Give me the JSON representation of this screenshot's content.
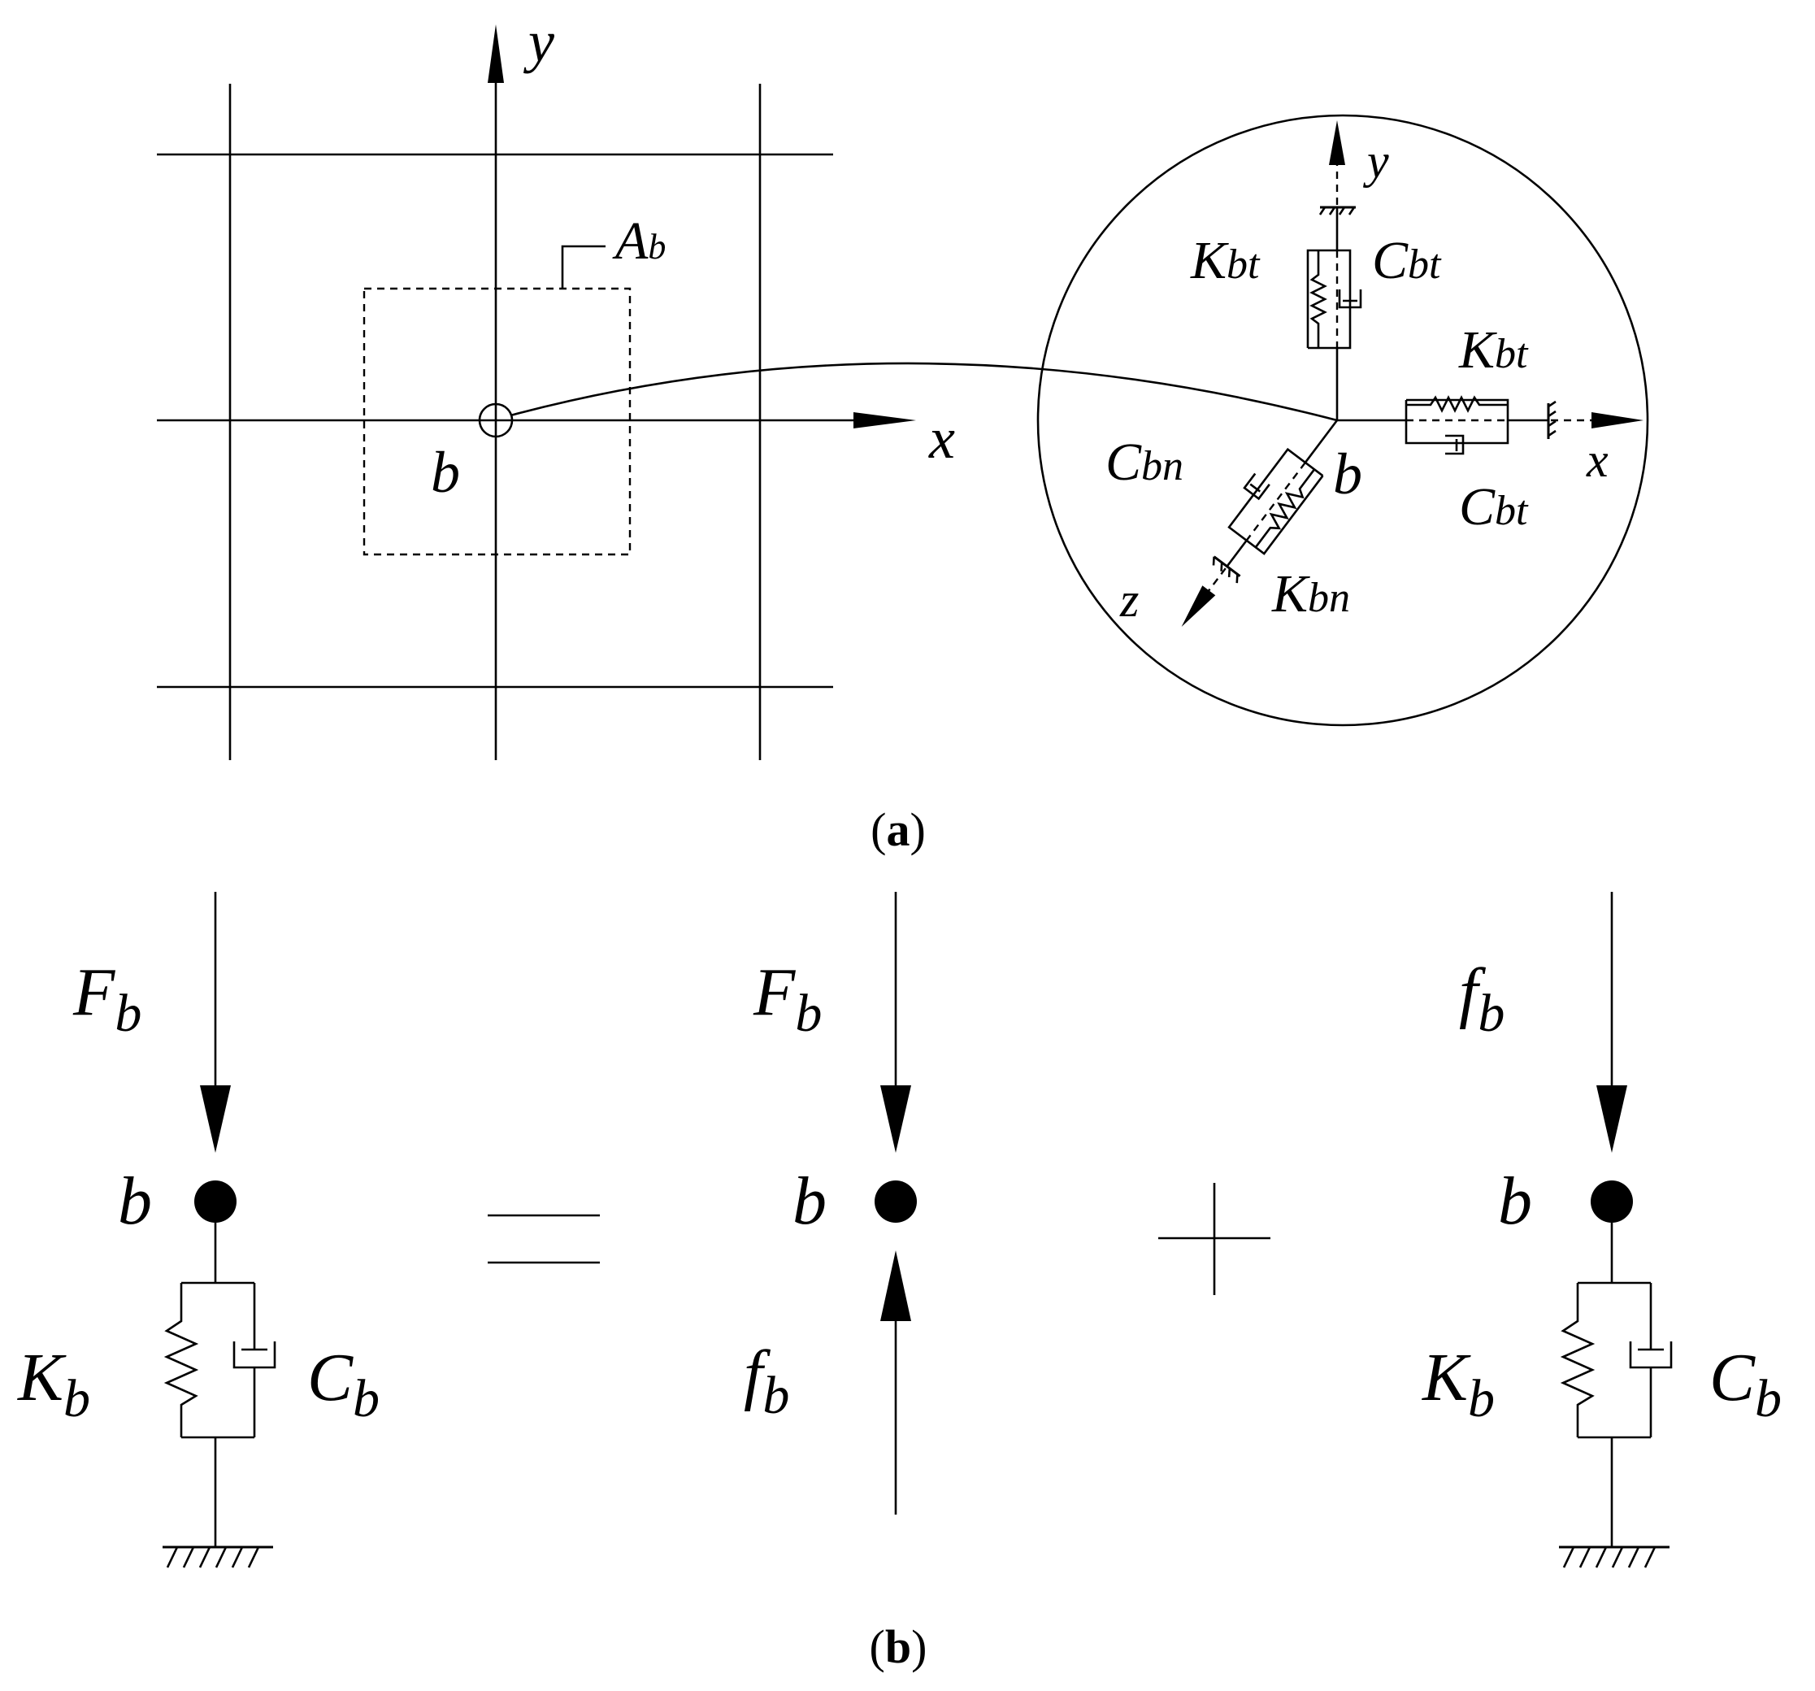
{
  "figure": {
    "part_a": {
      "caption_open": "(",
      "caption_letter": "a",
      "caption_close": ")",
      "grid_axis_x": "x",
      "grid_axis_y": "y",
      "area_label": "A",
      "area_sub": "b",
      "node_label": "b",
      "inset": {
        "axis_x": "x",
        "axis_y": "y",
        "axis_z": "z",
        "node_label": "b",
        "y_spring": {
          "main": "K",
          "sub": "bt"
        },
        "y_damper": {
          "main": "C",
          "sub": "bt"
        },
        "x_spring": {
          "main": "K",
          "sub": "bt"
        },
        "x_damper": {
          "main": "C",
          "sub": "bt"
        },
        "z_damper": {
          "main": "C",
          "sub": "bn"
        },
        "z_spring": {
          "main": "K",
          "sub": "bn"
        }
      }
    },
    "part_b": {
      "caption_open": "(",
      "caption_letter": "b",
      "caption_close": ")",
      "equals_sign": "=",
      "plus_sign": "+",
      "left": {
        "force": {
          "main": "F",
          "sub": "b"
        },
        "node": "b",
        "spring": {
          "main": "K",
          "sub": "b"
        },
        "damper": {
          "main": "C",
          "sub": "b"
        }
      },
      "middle": {
        "force_top": {
          "main": "F",
          "sub": "b"
        },
        "node": "b",
        "force_bottom": {
          "main": "f",
          "sub": "b"
        }
      },
      "right": {
        "force": {
          "main": "f",
          "sub": "b"
        },
        "node": "b",
        "spring": {
          "main": "K",
          "sub": "b"
        },
        "damper": {
          "main": "C",
          "sub": "b"
        }
      }
    }
  }
}
